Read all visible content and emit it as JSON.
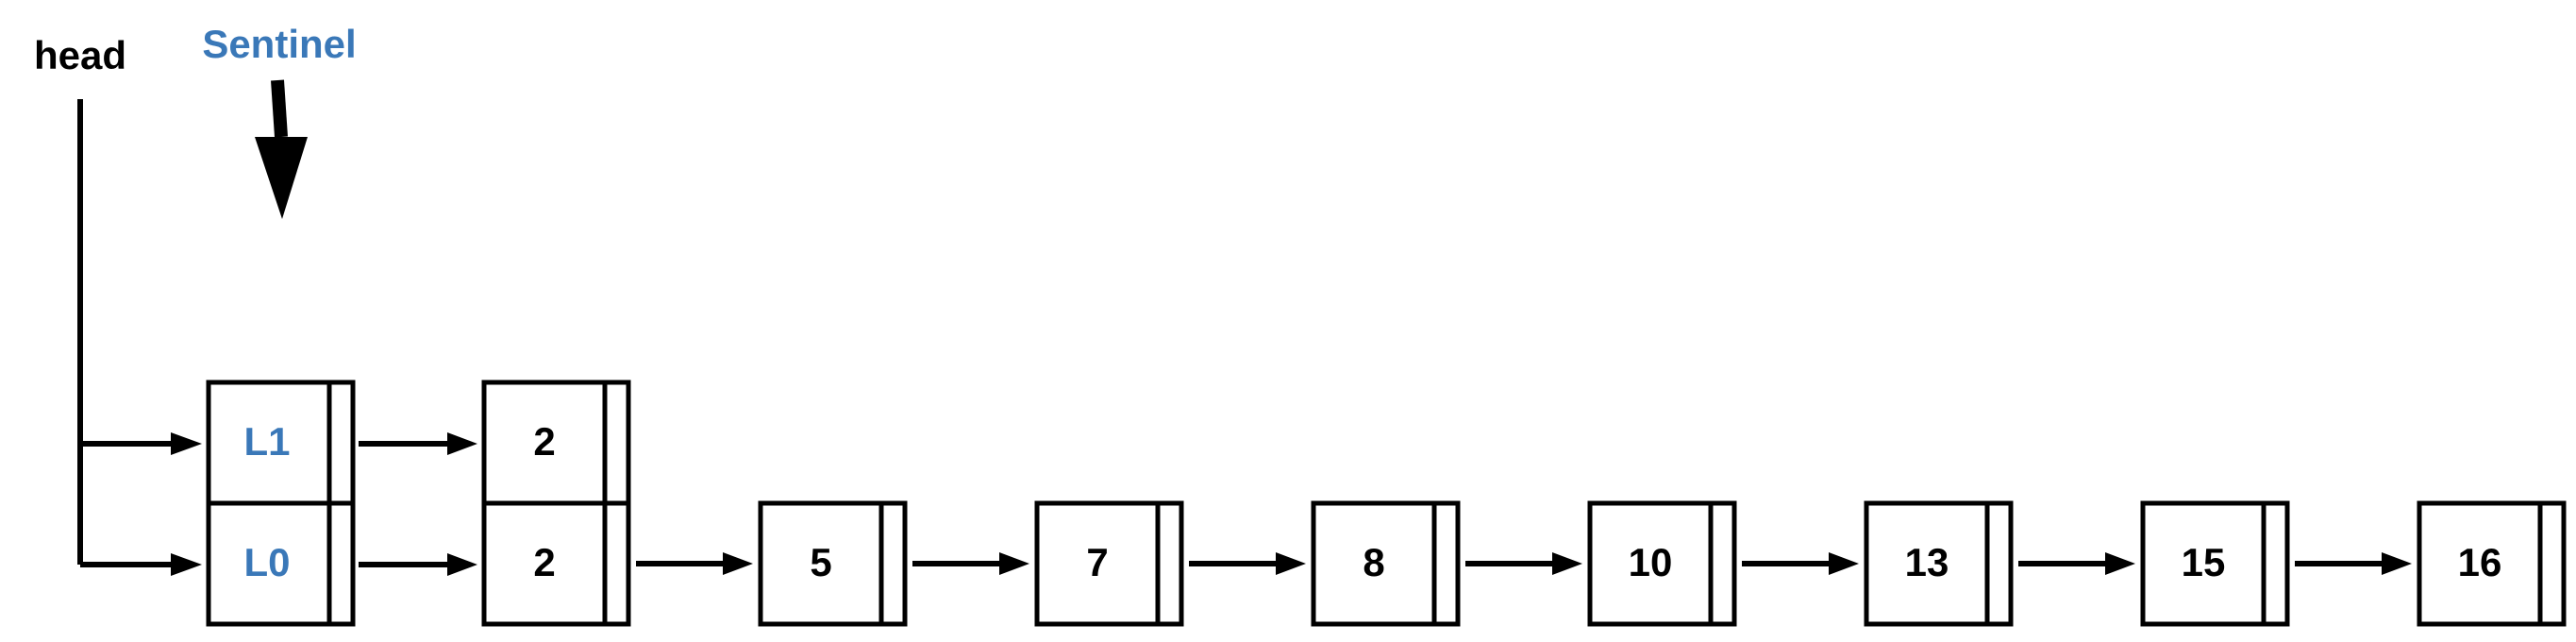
{
  "labels": {
    "head": "head",
    "sentinel": "Sentinel"
  },
  "levels": {
    "l1": {
      "label": "L1",
      "values": [
        "2"
      ]
    },
    "l0": {
      "label": "L0",
      "values": [
        "2",
        "5",
        "7",
        "8",
        "10",
        "13",
        "15",
        "16"
      ]
    }
  },
  "colors": {
    "accent": "#3a78b8",
    "ink": "#000000",
    "background": "#ffffff"
  }
}
